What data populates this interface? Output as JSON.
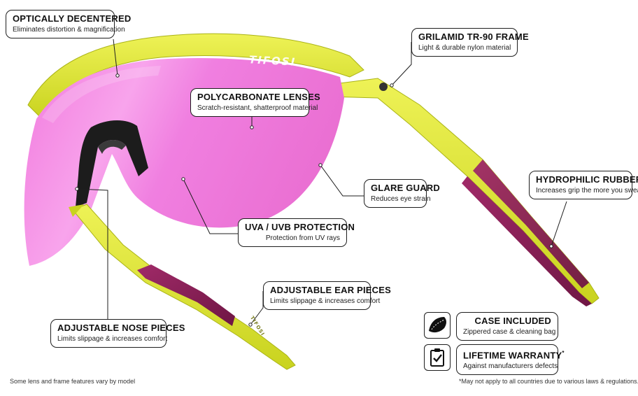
{
  "brand": {
    "logo_text": "TIFOSI",
    "temple_text": "TIFOSI"
  },
  "colors": {
    "lens": "#f07fe0",
    "frame": "#dde63a",
    "rubber": "#8a1f56",
    "nose": "#1a1a1a"
  },
  "callouts": {
    "optically_decentered": {
      "title": "OPTICALLY DECENTERED",
      "subtitle": "Eliminates distortion & magnification"
    },
    "polycarbonate": {
      "title": "POLYCARBONATE LENSES",
      "subtitle": "Scratch-resistant, shatterproof material"
    },
    "grilamid": {
      "title": "GRILAMID TR-90 FRAME",
      "subtitle": "Light & durable nylon material"
    },
    "hydrophilic": {
      "title": "HYDROPHILIC RUBBER",
      "subtitle": "Increases grip the more you sweat"
    },
    "glare_guard": {
      "title": "GLARE GUARD",
      "subtitle": "Reduces eye strain"
    },
    "uva_uvb": {
      "title": "UVA / UVB PROTECTION",
      "subtitle": "Protection from UV rays"
    },
    "ear_pieces": {
      "title": "ADJUSTABLE EAR PIECES",
      "subtitle": "Limits slippage & increases comfort"
    },
    "nose_pieces": {
      "title": "ADJUSTABLE NOSE PIECES",
      "subtitle": "Limits slippage & increases comfort"
    },
    "case": {
      "title": "CASE INCLUDED",
      "subtitle": "Zippered case & cleaning bag",
      "icon": "case-icon"
    },
    "warranty": {
      "title": "LIFETIME WARRANTY",
      "title_mark": "*",
      "subtitle": "Against manufacturers defects",
      "icon": "clipboard-check-icon"
    }
  },
  "footnotes": {
    "left": "Some lens and frame features vary by model",
    "right": "*May not apply to all countries due to various laws & regulations."
  }
}
